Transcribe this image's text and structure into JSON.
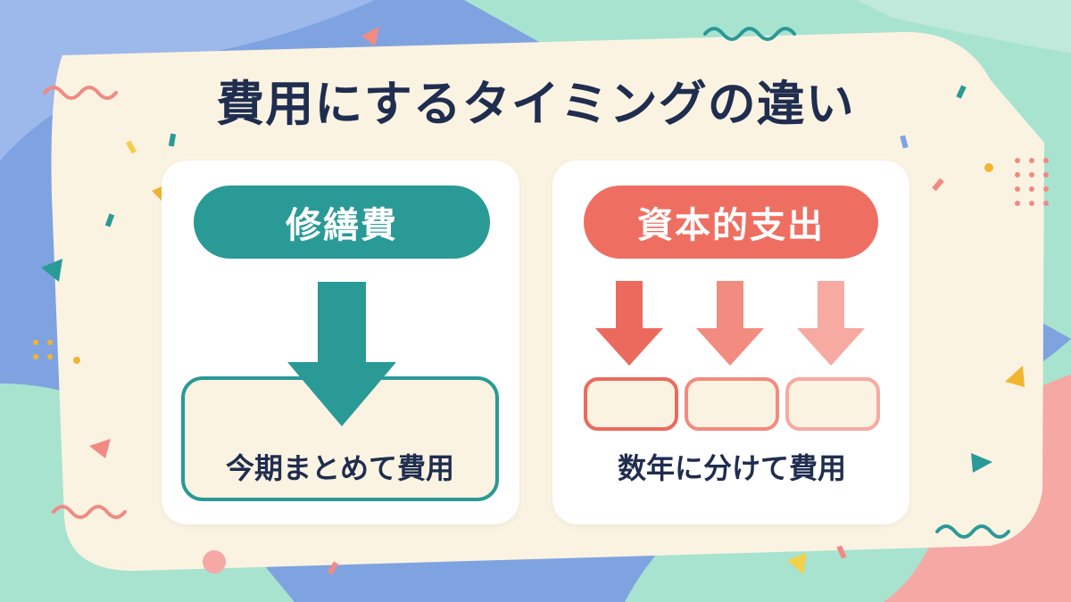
{
  "title": "費用にするタイミングの違い",
  "left_panel": {
    "label": "修繕費",
    "result": "今期まとめて費用",
    "color": "#2a9a97",
    "arrow_count": 1,
    "box_count": 1
  },
  "right_panel": {
    "label": "資本的支出",
    "result": "数年に分けて費用",
    "color": "#ee6f62",
    "arrow_colors": [
      "#ec6a5d",
      "#f28b80",
      "#f6aaa2"
    ],
    "arrow_count": 3,
    "box_count": 3
  },
  "colors": {
    "background_blue": "#7fa3e0",
    "background_mint": "#a8e3d0",
    "cream": "#fbf3e2",
    "coral_blob": "#f6a8a4",
    "text_dark": "#1f2d4f"
  }
}
